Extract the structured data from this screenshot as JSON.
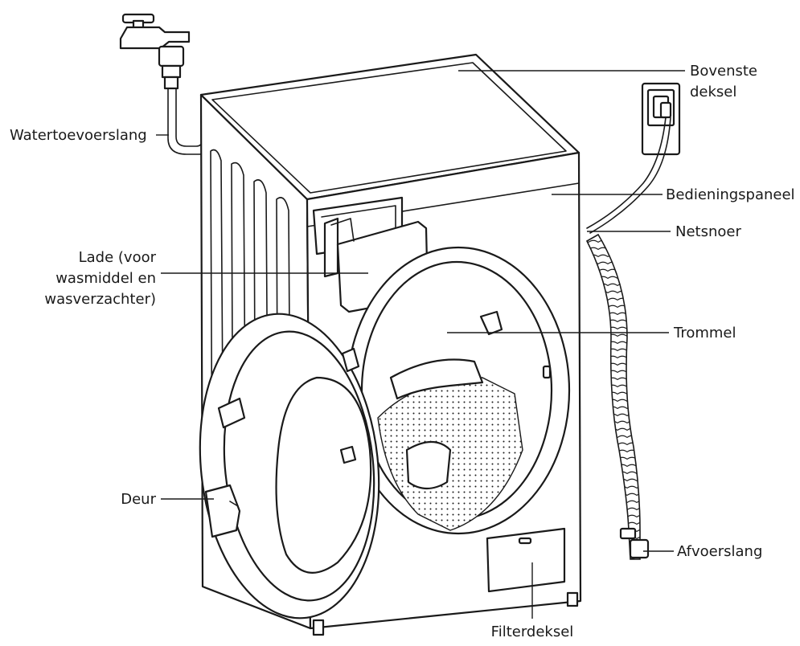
{
  "labels": {
    "top_cover_line1": "Bovenste",
    "top_cover_line2": "deksel",
    "control_panel": "Bedieningspaneel",
    "power_cord": "Netsnoer",
    "water_inlet_hose": "Watertoevoerslang",
    "drawer_line1": "Lade (voor",
    "drawer_line2": "wasmiddel en",
    "drawer_line3": "wasverzachter)",
    "drum": "Trommel",
    "door": "Deur",
    "drain_hose": "Afvoerslang",
    "filter_cover": "Filterdeksel"
  },
  "colors": {
    "line": "#1a1a1a",
    "background": "#ffffff"
  }
}
